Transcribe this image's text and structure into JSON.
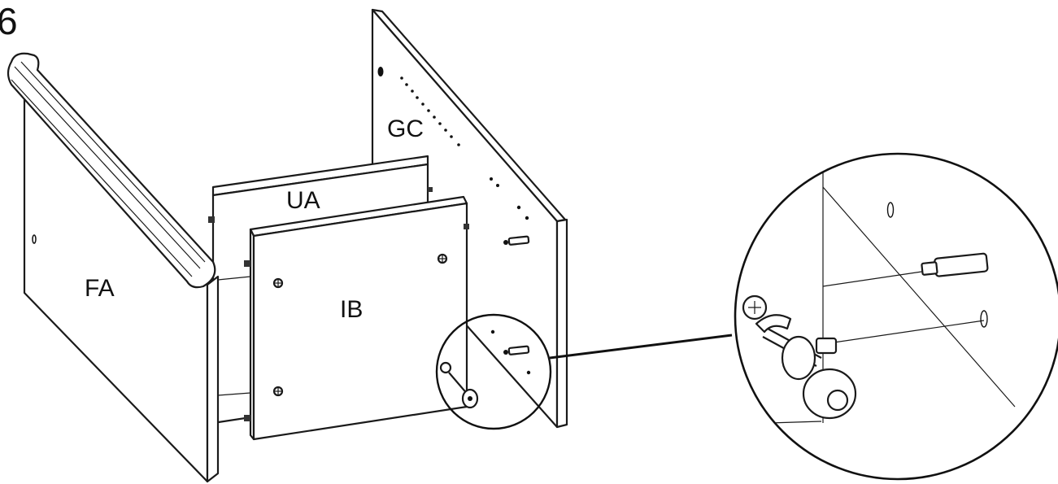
{
  "step_number": "6",
  "parts": {
    "fa": "FA",
    "gc": "GC",
    "ua": "UA",
    "ib": "IB"
  },
  "colors": {
    "line": "#1a1a1a",
    "background": "#ffffff"
  },
  "icons": {
    "screw": "phillips-screw-icon",
    "cam_bolt": "cam-bolt-icon",
    "dowel": "wooden-dowel-icon"
  }
}
